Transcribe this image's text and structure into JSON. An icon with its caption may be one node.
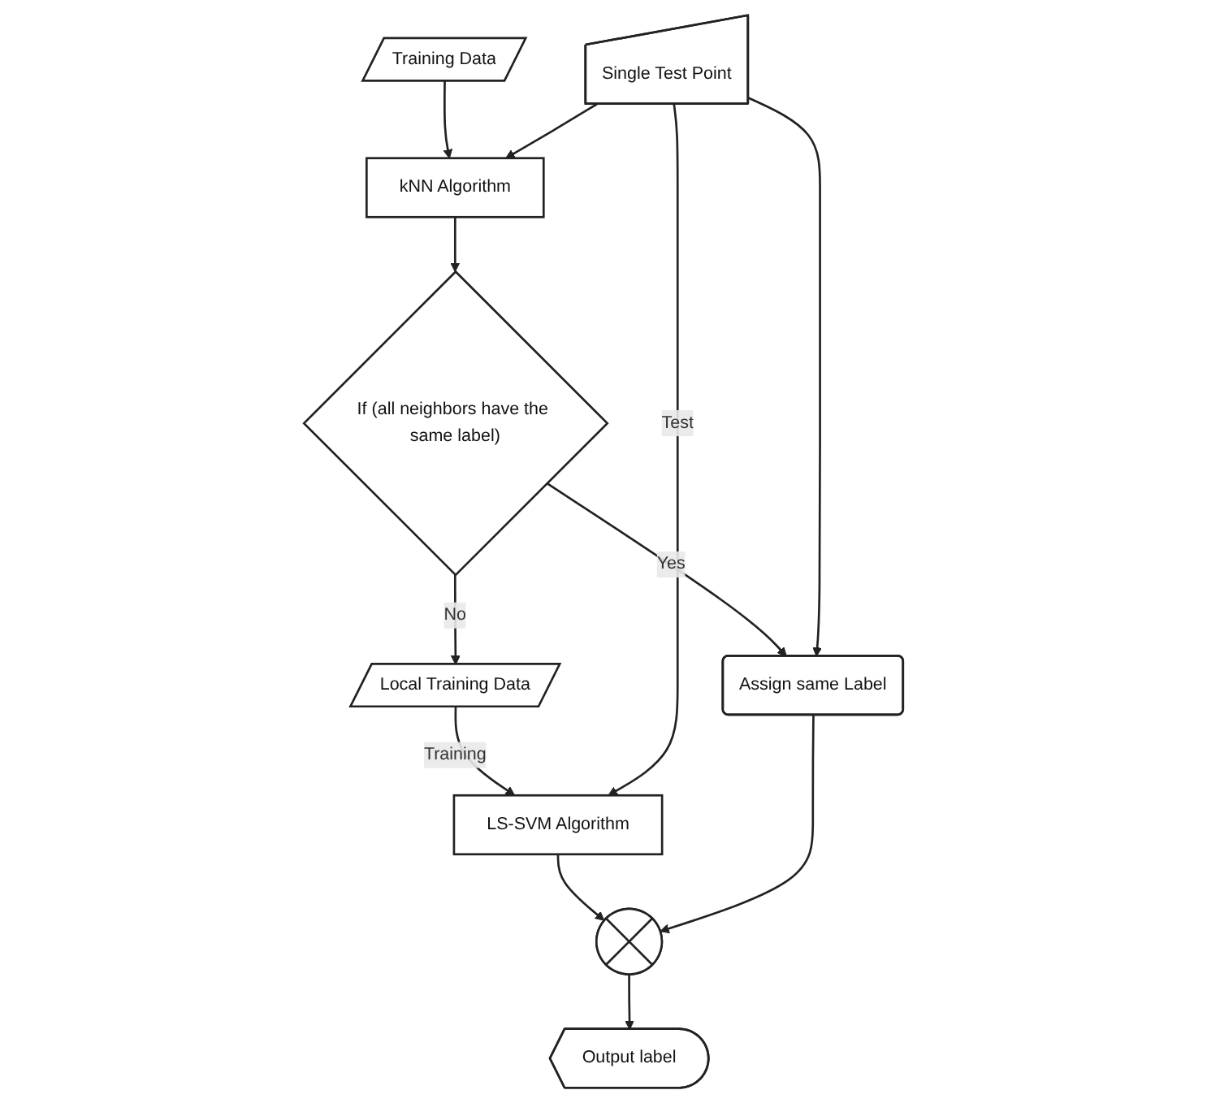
{
  "diagram": {
    "nodes": [
      {
        "text": [
          "Training Data"
        ]
      },
      {
        "text": [
          "Single Test Point"
        ]
      },
      {
        "text": [
          "kNN Algorithm"
        ]
      },
      {
        "text": [
          "If (all neighbors have the same label)"
        ]
      },
      {
        "text": [
          "Assign same Label"
        ]
      },
      {
        "text": [
          "Local Training Data"
        ]
      },
      {
        "text": [
          "LS-SVM Algorithm"
        ]
      },
      {
        "text": [],
        "shape": "circle"
      },
      {
        "text": [
          "Output label"
        ]
      }
    ],
    "edges": [
      {
        "from": 0,
        "to": 2,
        "arrow": "to"
      },
      {
        "from": 1,
        "to": 2,
        "arrow": "to"
      },
      {
        "from": 2,
        "to": 3,
        "arrow": "to"
      },
      {
        "from": 3,
        "to": 4,
        "arrow": "to",
        "label": "Yes"
      },
      {
        "from": 1,
        "to": 4,
        "arrow": "to"
      },
      {
        "from": 3,
        "to": 5,
        "arrow": "to",
        "label": "No"
      },
      {
        "from": 5,
        "to": 6,
        "arrow": "to",
        "label": "Training"
      },
      {
        "from": 1,
        "to": 6,
        "arrow": "to",
        "label": "Test"
      },
      {
        "from": 6,
        "to": 7,
        "arrow": "to"
      },
      {
        "from": 4,
        "to": 7,
        "arrow": "to"
      },
      {
        "from": 7,
        "to": 8,
        "arrow": "to"
      }
    ]
  }
}
